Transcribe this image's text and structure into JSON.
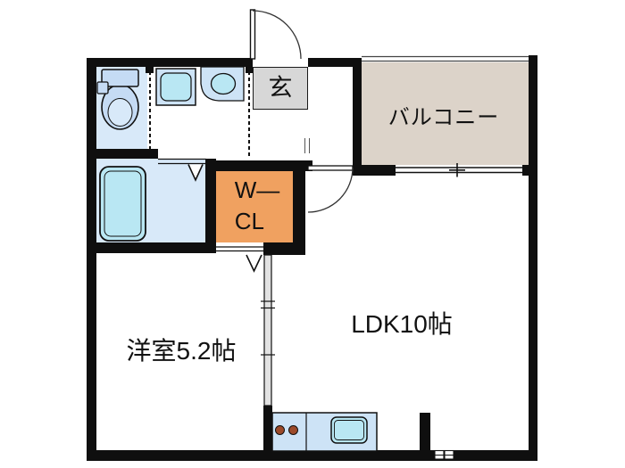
{
  "floorplan": {
    "labels": {
      "entrance": "玄",
      "balcony": "バルコニー",
      "wcl_line1": "W—",
      "wcl_line2": "CL",
      "western_room": "洋室5.2帖",
      "ldk": "LDK10帖"
    },
    "colors": {
      "wall": "#0f0f0f",
      "wet_floor": "#d8e9f9",
      "balcony_floor": "#dcd3c9",
      "entrance_floor": "#d7d7d7",
      "closet_fill": "#f0a160",
      "fixture_base": "#cde3f6",
      "fixture_water": "#b9e7f3",
      "toilet_fill": "#c5dbf4",
      "burner": "#9c4a2a",
      "door_gray": "#e2e2e2",
      "label_text": "#111111"
    },
    "symbols": {
      "doors": [
        "entrance-swing-door",
        "ldk-swing-door",
        "bathroom-folding-door",
        "closet-folding-door",
        "room-sliding-door",
        "toilet-sliding-door",
        "washroom-sliding-door"
      ],
      "windows": [
        "balcony-railing",
        "balcony-sliding-window"
      ],
      "fixtures": [
        "toilet",
        "washing-machine-pan",
        "washbasin",
        "bathtub",
        "kitchen-counter",
        "stove-burners",
        "kitchen-sink",
        "meter-box"
      ]
    }
  }
}
